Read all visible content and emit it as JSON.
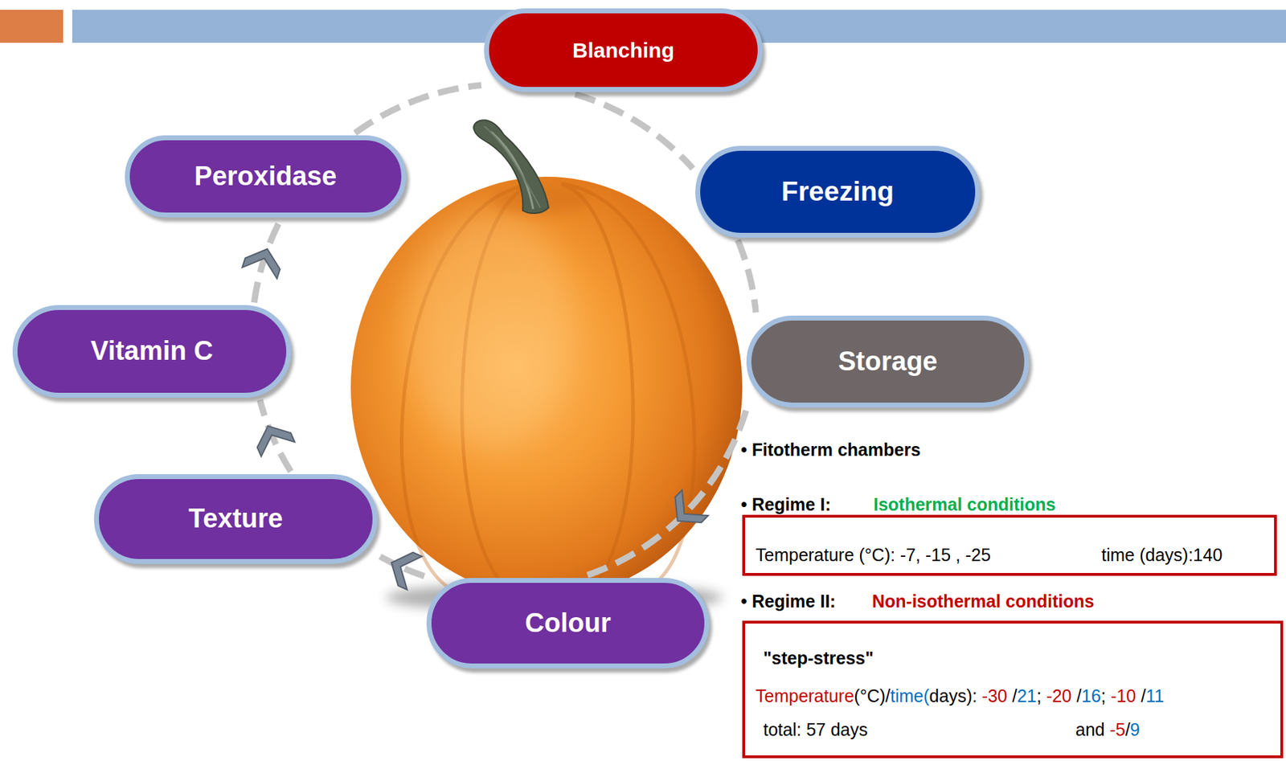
{
  "diagram": {
    "nodes": [
      {
        "text": [
          "Blanching"
        ]
      },
      {
        "text": [
          "Peroxidase"
        ]
      },
      {
        "text": [
          "Freezing"
        ]
      },
      {
        "text": [
          "Vitamin C"
        ]
      },
      {
        "text": [
          "Storage"
        ]
      },
      {
        "text": [
          "Texture"
        ]
      },
      {
        "text": [
          "Colour"
        ]
      },
      {
        "text": [
          "Temperature (°C): -7, -15 , -25",
          "time (days):140"
        ]
      },
      {
        "text": [
          "\"step-stress\"",
          "Temperature(°C)/time(days): -30 /21; -20 /16; -10 /11",
          "total: 57 days",
          "and -5/9"
        ]
      }
    ],
    "edges": [
      {
        "from": 0,
        "to": 2,
        "arrow": "none"
      },
      {
        "from": 2,
        "to": 4,
        "arrow": "none"
      },
      {
        "from": 4,
        "to": 6,
        "arrow": "to"
      },
      {
        "from": 6,
        "to": 5,
        "arrow": "to"
      },
      {
        "from": 5,
        "to": 3,
        "arrow": "to"
      },
      {
        "from": 3,
        "to": 1,
        "arrow": "to"
      },
      {
        "from": 1,
        "to": 0,
        "arrow": "none"
      }
    ],
    "labels": [
      "• Fitotherm chambers",
      "• Regime I:",
      "Isothermal conditions",
      "• Regime II:",
      "Non-isothermal conditions"
    ]
  }
}
